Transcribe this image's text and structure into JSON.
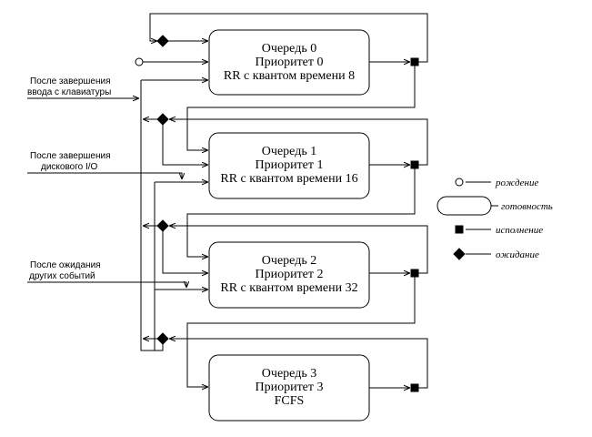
{
  "queues": [
    {
      "name": "Очередь 0",
      "priority": "Приоритет 0",
      "policy": "RR с квантом времени 8"
    },
    {
      "name": "Очередь 1",
      "priority": "Приоритет 1",
      "policy": "RR с квантом времени 16"
    },
    {
      "name": "Очередь 2",
      "priority": "Приоритет 2",
      "policy": "RR с квантом времени 32"
    },
    {
      "name": "Очередь 3",
      "priority": "Приоритет 3",
      "policy": "FCFS"
    }
  ],
  "events": [
    {
      "line1": "После завершения",
      "line2": "ввода с клавиатуры"
    },
    {
      "line1": "После завершения",
      "line2": "дискового I/O"
    },
    {
      "line1": "После ожидания",
      "line2": "других событий"
    }
  ],
  "legend": [
    {
      "symbol": "circle-icon",
      "label": "рождение"
    },
    {
      "symbol": "rounded-rect-icon",
      "label": "готовность"
    },
    {
      "symbol": "filled-square-icon",
      "label": "исполнение"
    },
    {
      "symbol": "filled-diamond-icon",
      "label": "ожидание"
    }
  ]
}
